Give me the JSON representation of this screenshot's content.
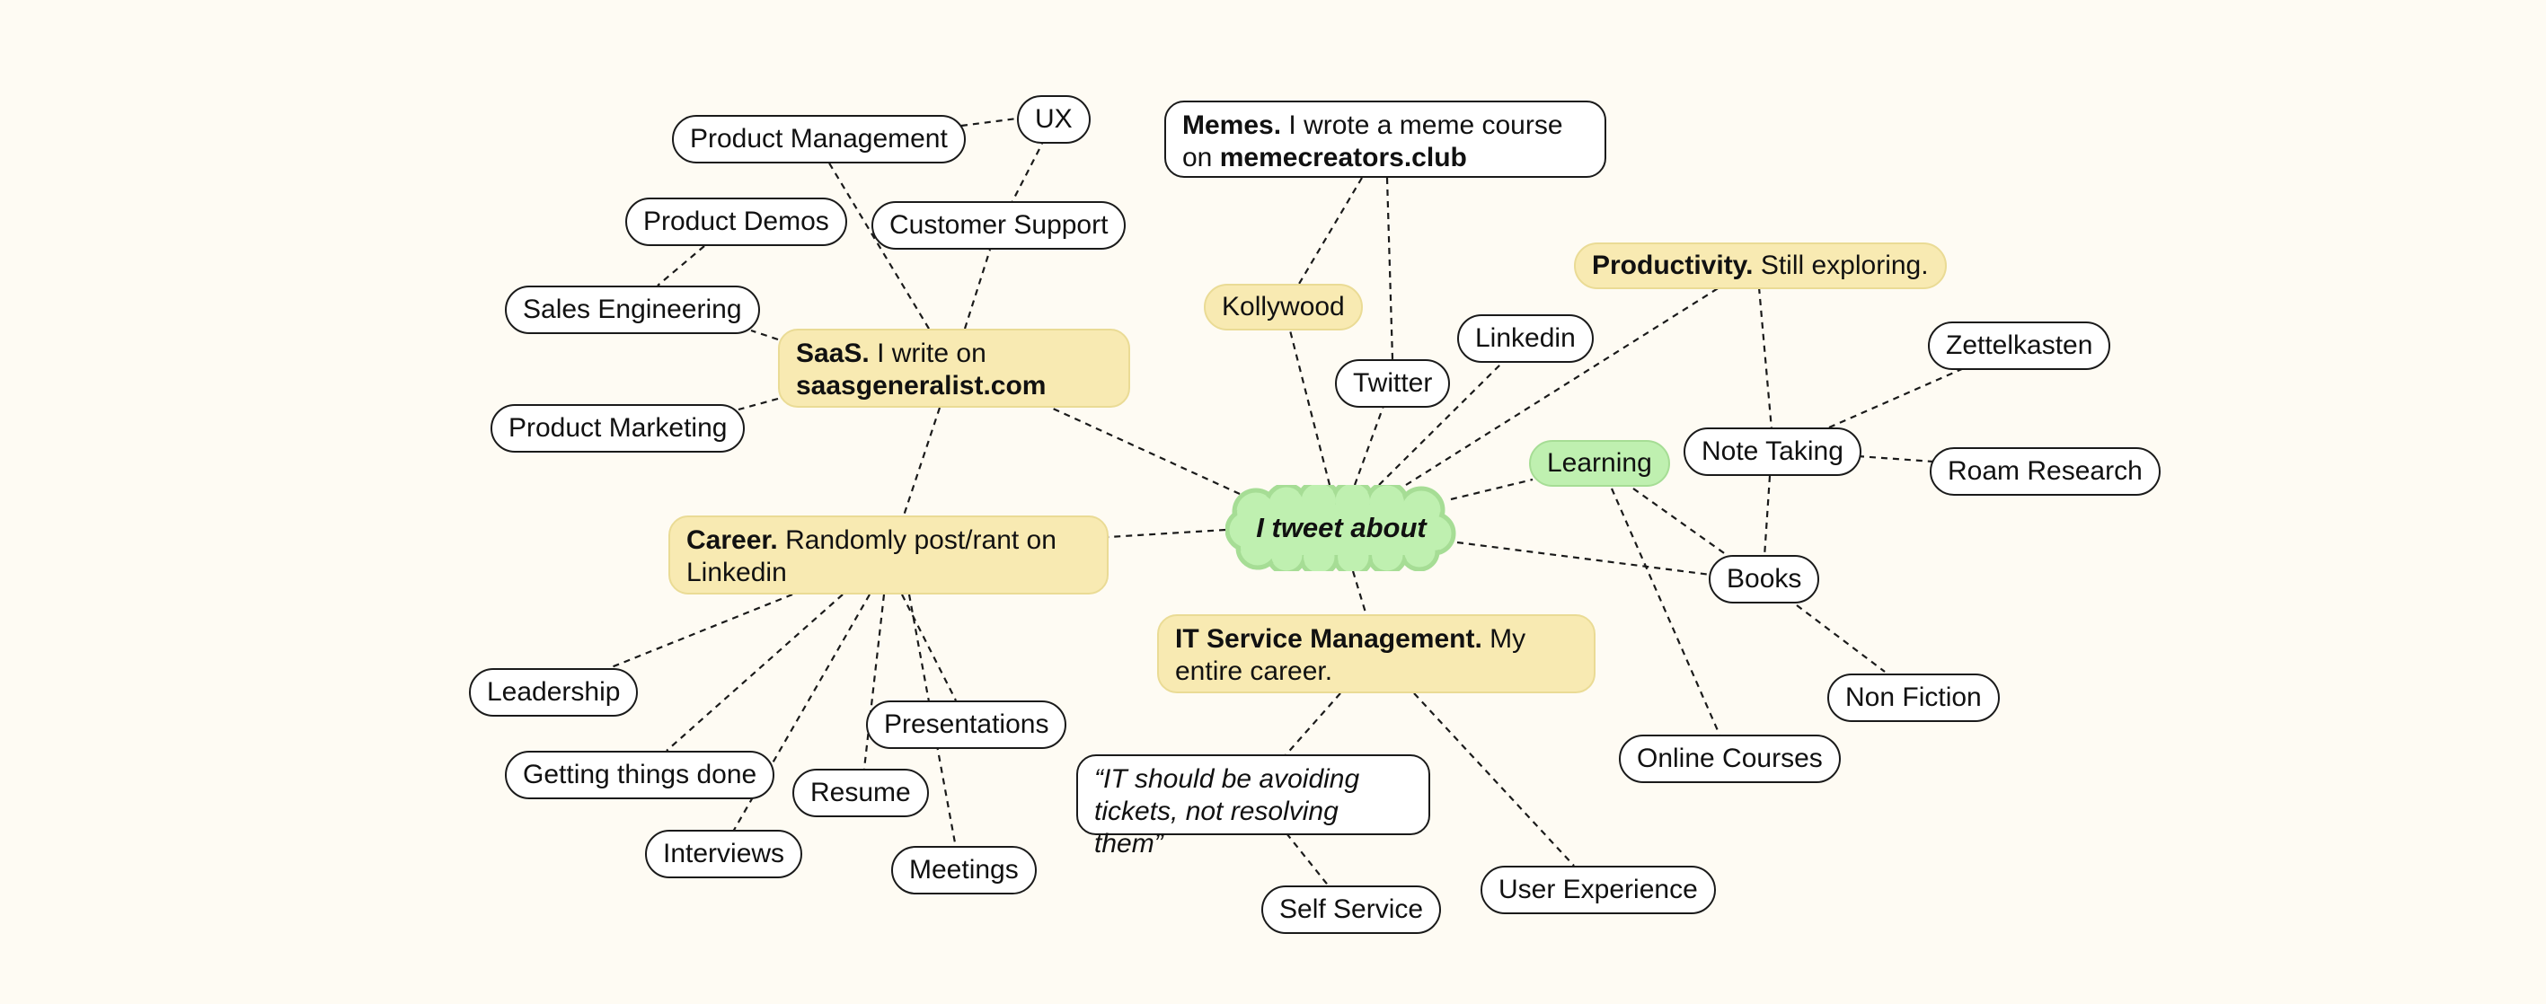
{
  "center": {
    "label": "I tweet about"
  },
  "topics": {
    "saas": {
      "bold": "SaaS.",
      "text": " I write on ",
      "link": "saasgeneralist.com"
    },
    "career": {
      "bold": "Career.",
      "text": " Randomly post/rant on Linkedin"
    },
    "memes": {
      "bold": "Memes.",
      "text": " I wrote a meme course on ",
      "link": "memecreators.club"
    },
    "productivity": {
      "bold": "Productivity.",
      "text": " Still exploring."
    },
    "itsm": {
      "bold": "IT Service Management.",
      "text": " My entire career."
    },
    "kollywood": {
      "label": "Kollywood"
    },
    "learning": {
      "label": "Learning"
    }
  },
  "leaves": {
    "product_management": "Product Management",
    "ux": "UX",
    "product_demos": "Product Demos",
    "customer_support": "Customer Support",
    "sales_engineering": "Sales Engineering",
    "product_marketing": "Product Marketing",
    "leadership": "Leadership",
    "getting_things_done": "Getting things done",
    "interviews": "Interviews",
    "resume": "Resume",
    "presentations": "Presentations",
    "meetings": "Meetings",
    "twitter": "Twitter",
    "linkedin": "Linkedin",
    "zettelkasten": "Zettelkasten",
    "note_taking": "Note Taking",
    "roam_research": "Roam Research",
    "books": "Books",
    "non_fiction": "Non Fiction",
    "online_courses": "Online Courses",
    "quote": "“IT should be avoiding tickets, not resolving them”",
    "self_service": "Self Service",
    "user_experience": "User Experience"
  },
  "colors": {
    "background": "#fefbf3",
    "topic_fill": "#f8eab2",
    "center_fill": "#bff0b0",
    "learning_fill": "#bff0b0",
    "leaf_fill": "#ffffff",
    "outline": "#1a1a1a"
  }
}
